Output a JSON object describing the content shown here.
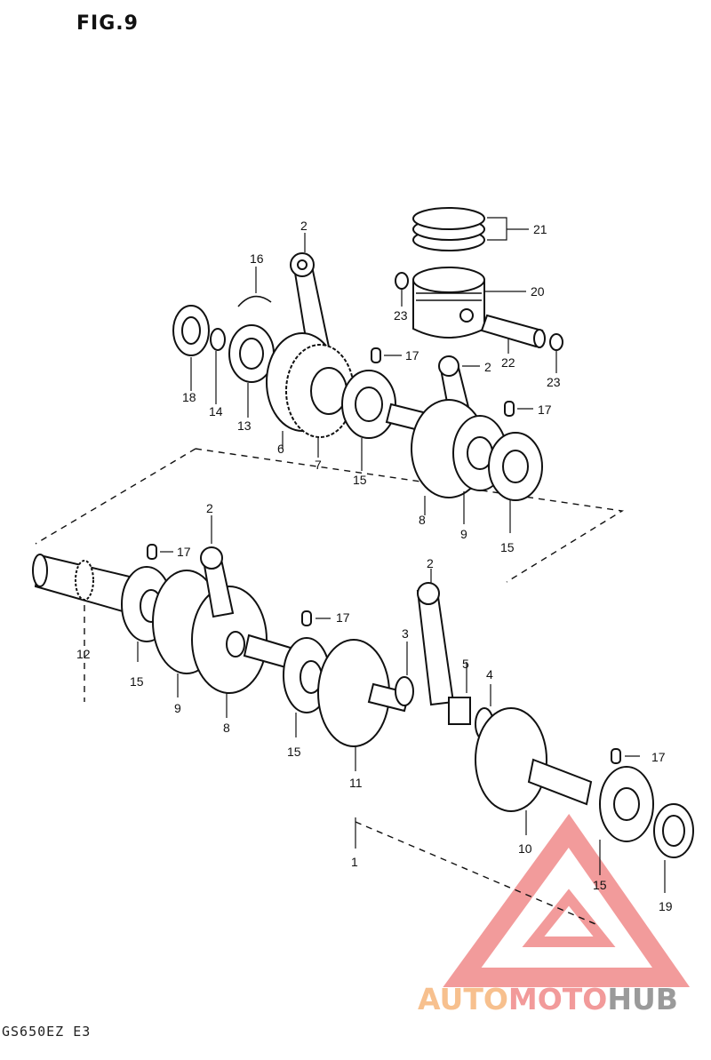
{
  "figure": {
    "title": "FIG.9",
    "model_code": "GS650EZ E3"
  },
  "watermark": {
    "part1": "AUTO",
    "part2": "MOTO",
    "part3": "HUB",
    "colors": {
      "auto": "#f7c08e",
      "moto": "#f29a9a",
      "hub": "#9a9a9a",
      "triangle": "#f08a8a"
    }
  },
  "callouts": {
    "c21": "21",
    "c20": "20",
    "c22": "22",
    "c23a": "23",
    "c23b": "23",
    "c16": "16",
    "c2a": "2",
    "c18": "18",
    "c14": "14",
    "c13": "13",
    "c6": "6",
    "c7": "7",
    "c15a": "15",
    "c17a": "17",
    "c2b": "2",
    "c17b": "17",
    "c8a": "8",
    "c9a": "9",
    "c15b": "15",
    "c2c": "2",
    "c17c": "17",
    "c12": "12",
    "c15c": "15",
    "c9b": "9",
    "c8b": "8",
    "c17d": "17",
    "c15d": "15",
    "c2d": "2",
    "c3": "3",
    "c5": "5",
    "c4": "4",
    "c11": "11",
    "c17e": "17",
    "c10": "10",
    "c1": "1",
    "c15e": "15",
    "c19": "19"
  }
}
